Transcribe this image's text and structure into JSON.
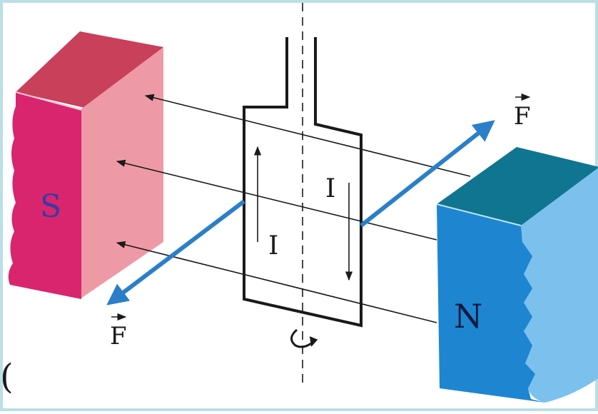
{
  "labels": {
    "south_pole": "S",
    "north_pole": "N",
    "force_left": "F",
    "force_right": "F",
    "current_left": "I",
    "current_right": "I",
    "edge_glyph": "("
  },
  "icons": {
    "rotation": "rotation-arrow-icon"
  },
  "colors": {
    "south_front": "#d8256e",
    "south_side": "#ee9aa6",
    "south_top": "#c8405a",
    "north_front": "#1e86d0",
    "north_side": "#7cc0ee",
    "north_top": "#0f7590",
    "force_arrow": "#2a7fc8",
    "field_line": "#1a1a1a",
    "frame_border": "#b9e0e6"
  }
}
